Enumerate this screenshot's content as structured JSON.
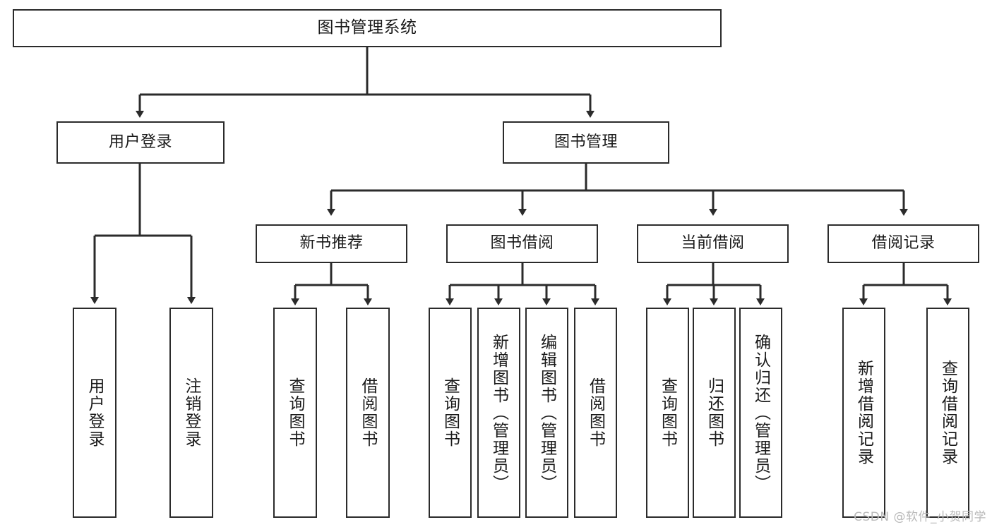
{
  "diagram": {
    "type": "tree-hierarchy",
    "title": "图书管理系统",
    "root": {
      "label": "图书管理系统"
    },
    "level2": [
      {
        "label": "用户登录"
      },
      {
        "label": "图书管理"
      }
    ],
    "level3": [
      {
        "label": "新书推荐"
      },
      {
        "label": "图书借阅"
      },
      {
        "label": "当前借阅"
      },
      {
        "label": "借阅记录"
      }
    ],
    "leaves": {
      "user_login": [
        {
          "label": "用户登录"
        },
        {
          "label": "注销登录"
        }
      ],
      "new_book_recommend": [
        {
          "label": "查询图书"
        },
        {
          "label": "借阅图书"
        }
      ],
      "book_borrow": [
        {
          "label": "查询图书"
        },
        {
          "label": "新增图书（管理员）"
        },
        {
          "label": "编辑图书（管理员）"
        },
        {
          "label": "借阅图书"
        }
      ],
      "current_borrow": [
        {
          "label": "查询图书"
        },
        {
          "label": "归还图书"
        },
        {
          "label": "确认归还（管理员）"
        }
      ],
      "borrow_record": [
        {
          "label": "新增借阅记录"
        },
        {
          "label": "查询借阅记录"
        }
      ]
    },
    "colors": {
      "stroke": "#2b2b2b",
      "fill": "#ffffff",
      "text": "#1a1a1a",
      "watermark": "#b9b9b9"
    }
  },
  "watermark": {
    "text": "CSDN @软件_小贺同学"
  }
}
